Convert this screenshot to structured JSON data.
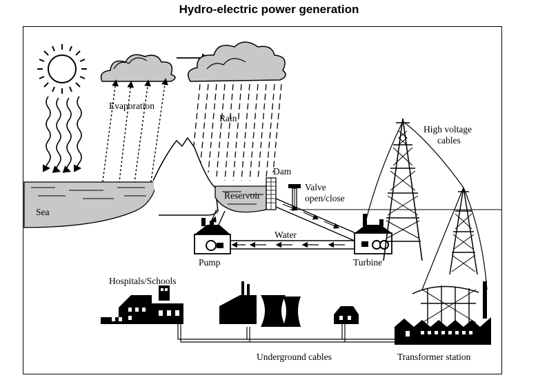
{
  "title": "Hydro-electric power generation",
  "labels": {
    "evaporation": "Evaporation",
    "rain": "Rain",
    "sea": "Sea",
    "dam": "Dam",
    "reservoir": "Reservoir",
    "valve_line1": "Valve",
    "valve_line2": "open/close",
    "water": "Water",
    "pump": "Pump",
    "turbine": "Turbine",
    "hv_line1": "High voltage",
    "hv_line2": "cables",
    "hospitals": "Hospitals/Schools",
    "underground": "Underground cables",
    "transformer": "Transformer station"
  }
}
